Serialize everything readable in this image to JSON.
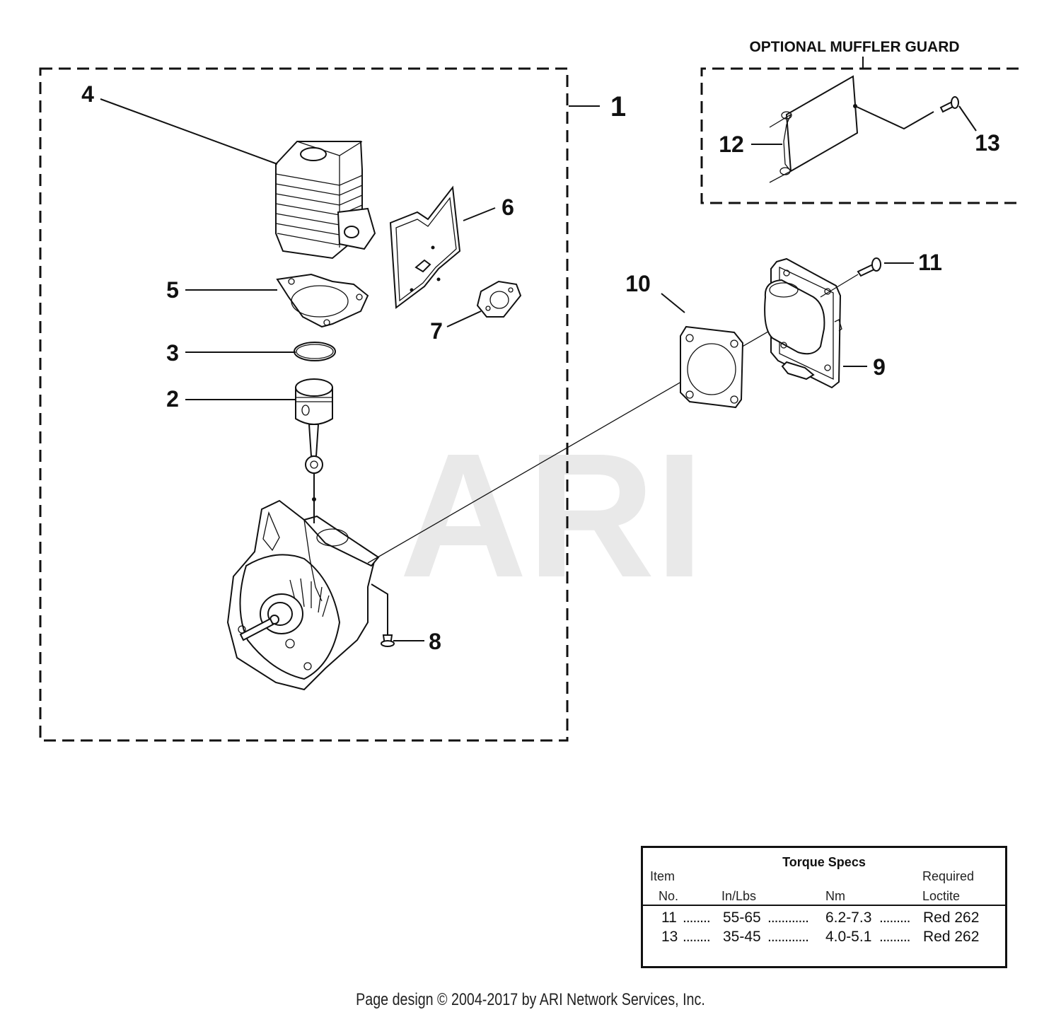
{
  "watermark": "ARI",
  "muffler_guard_title": "OPTIONAL MUFFLER GUARD",
  "callouts": [
    "1",
    "2",
    "3",
    "4",
    "5",
    "6",
    "7",
    "8",
    "9",
    "10",
    "11",
    "12",
    "13"
  ],
  "torque_specs": {
    "title": "Torque Specs",
    "headers": {
      "item_top": "Item",
      "item_bottom": "No.",
      "inlbs": "In/Lbs",
      "nm": "Nm",
      "loctite_top": "Required",
      "loctite_bottom": "Loctite"
    },
    "rows": [
      {
        "item": "11",
        "inlbs": "55-65",
        "nm": "6.2-7.3",
        "loctite": "Red 262"
      },
      {
        "item": "13",
        "inlbs": "35-45",
        "nm": "4.0-5.1",
        "loctite": "Red 262"
      }
    ]
  },
  "footer": "Page design © 2004-2017 by ARI Network Services, Inc."
}
